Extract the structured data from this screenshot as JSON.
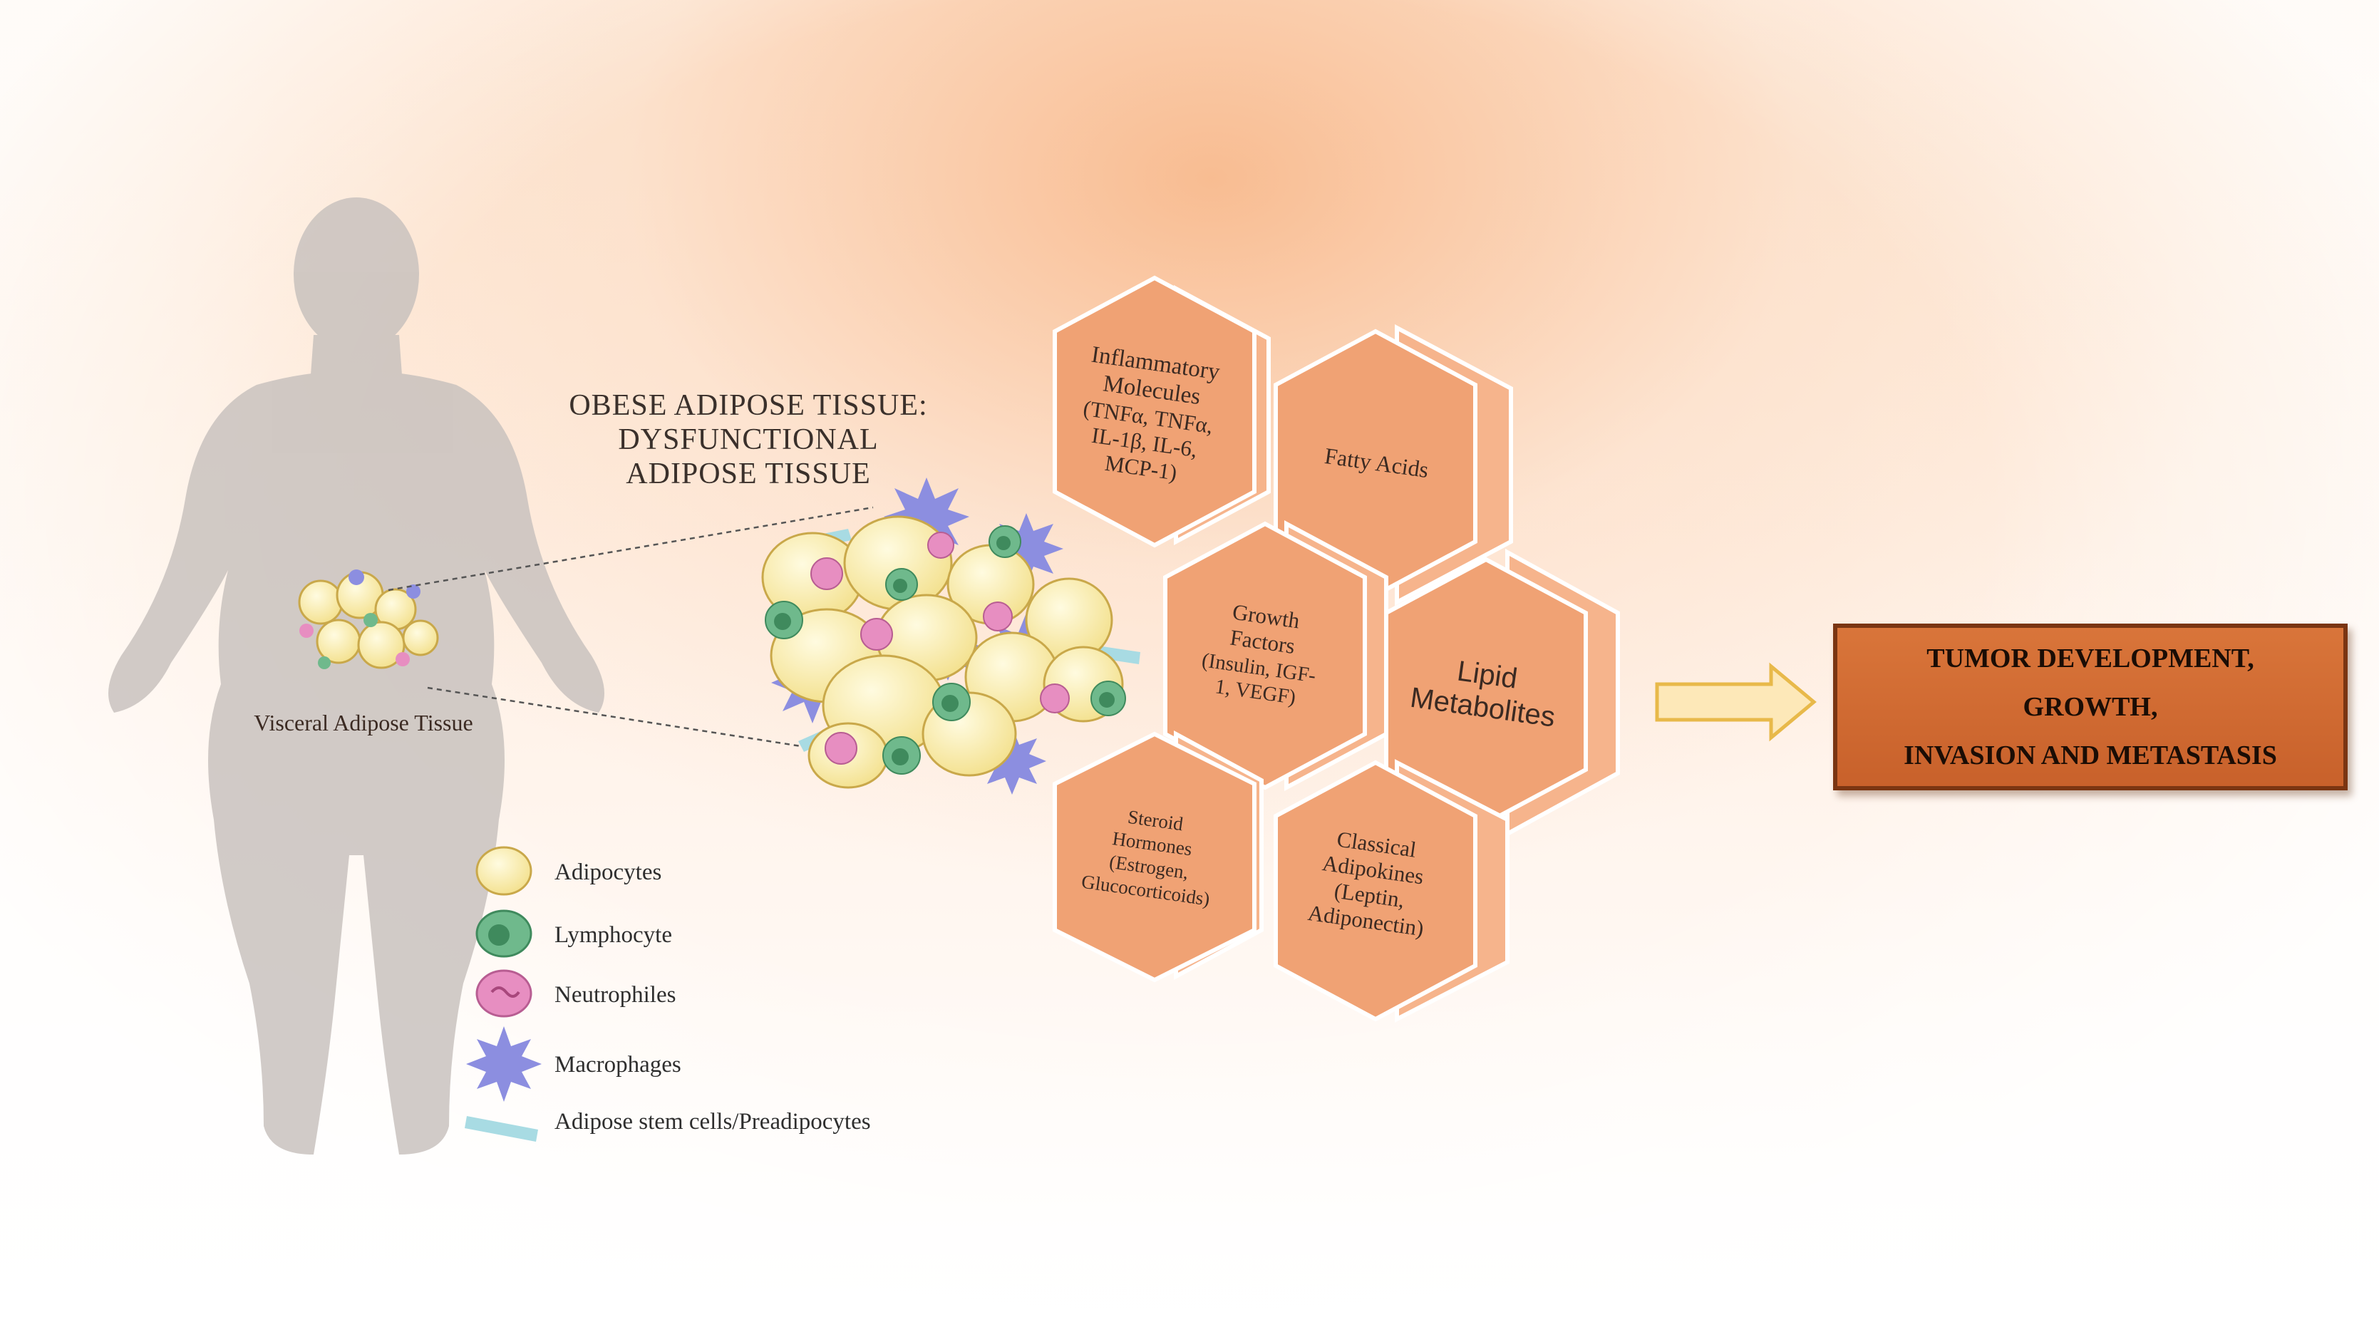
{
  "figure": {
    "person_label": "Visceral Adipose Tissue",
    "tissue_title": [
      "OBESE ADIPOSE TISSUE:",
      "DYSFUNCTIONAL",
      "ADIPOSE TISSUE"
    ],
    "legend": [
      {
        "label": "Adipocytes",
        "icon": "adipocyte-icon",
        "color": "#f8eaa5"
      },
      {
        "label": "Lymphocyte",
        "icon": "lymphocyte-icon",
        "color": "#6fb98c"
      },
      {
        "label": "Neutrophiles",
        "icon": "neutrophil-icon",
        "color": "#e78ec1"
      },
      {
        "label": "Macrophages",
        "icon": "macrophage-icon",
        "color": "#8c8ee0"
      },
      {
        "label": "Adipose stem cells/Preadipocytes",
        "icon": "stem-cell-icon",
        "color": "#a8dbe3"
      }
    ],
    "hexagons": [
      {
        "id": "inflammatory",
        "lines": [
          "Inflammatory",
          "Molecules",
          "(TNFα, TNFα,",
          "IL-1β, IL-6,",
          "MCP-1)"
        ]
      },
      {
        "id": "fatty-acids",
        "lines": [
          "Fatty Acids"
        ]
      },
      {
        "id": "growth-factors",
        "lines": [
          "Growth",
          "Factors",
          "(Insulin, IGF-",
          "1, VEGF)"
        ]
      },
      {
        "id": "lipid-metabolites",
        "lines": [
          "Lipid",
          "Metabolites"
        ]
      },
      {
        "id": "steroid-hormones",
        "lines": [
          "Steroid",
          "Hormones",
          "(Estrogen,",
          "Glucocorticoids)"
        ]
      },
      {
        "id": "classical-adipokines",
        "lines": [
          "Classical",
          "Adipokines",
          "(Leptin,",
          "Adiponectin)"
        ]
      }
    ],
    "outcome": [
      "TUMOR DEVELOPMENT,",
      "GROWTH,",
      "INVASION AND METASTASIS"
    ],
    "colors": {
      "hex_fill": "#f0a274",
      "hex_side": "#f6b48c",
      "hex_stroke": "#ffffff",
      "outcome_fill": "#d06a31",
      "outcome_border": "#7a3512",
      "arrow_fill": "#fde8b8",
      "arrow_stroke": "#e8b94a",
      "silhouette": "#c9c2be"
    }
  }
}
